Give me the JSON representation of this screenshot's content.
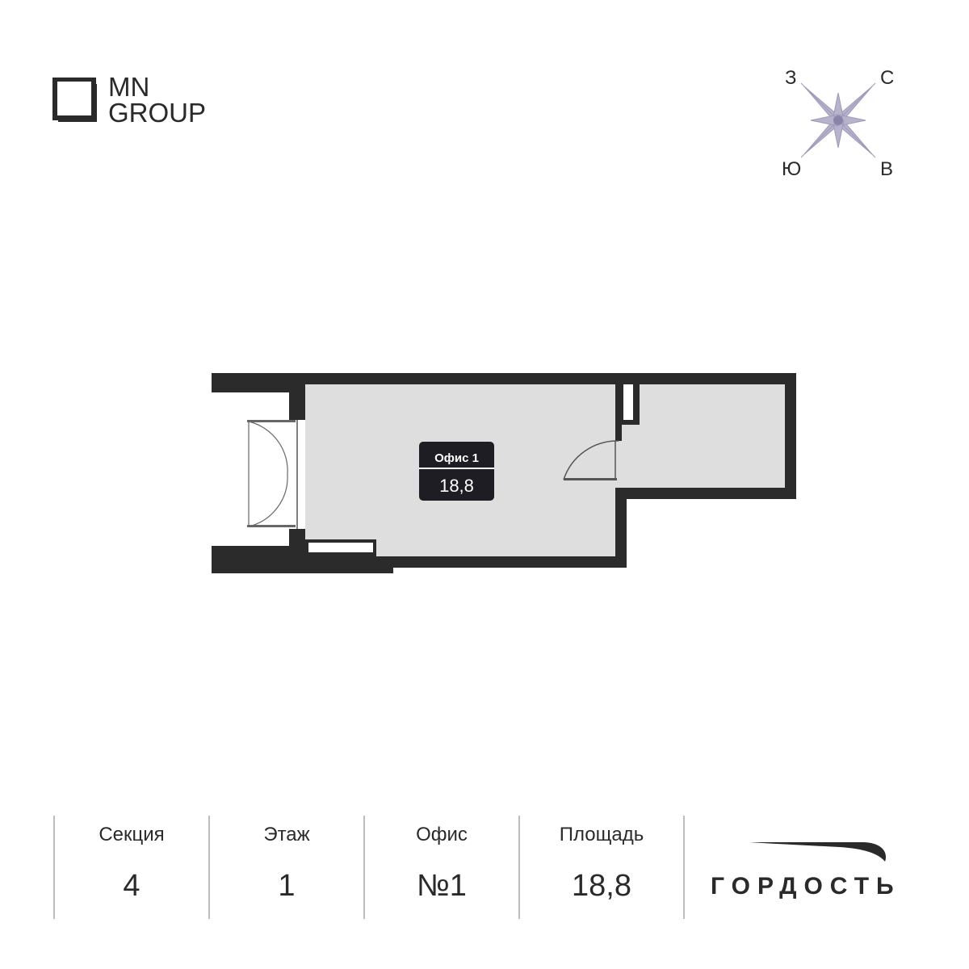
{
  "logo": {
    "line1": "MN",
    "line2": "GROUP",
    "icon": "square-frame-icon"
  },
  "compass": {
    "west": "З",
    "north": "С",
    "south": "Ю",
    "east": "В",
    "icon": "compass-rose-icon",
    "color": "#b7b3cc"
  },
  "plan": {
    "wall_color": "#2b2b2b",
    "floor_color": "#dedede",
    "room": {
      "name": "Офис 1",
      "area": "18,8"
    }
  },
  "info": [
    {
      "label": "Секция",
      "value": "4"
    },
    {
      "label": "Этаж",
      "value": "1"
    },
    {
      "label": "Офис",
      "value": "№1"
    },
    {
      "label": "Площадь",
      "value": "18,8"
    }
  ],
  "brand": {
    "name": "ГОРДОСТЬ",
    "icon": "swoosh-logo-icon"
  }
}
